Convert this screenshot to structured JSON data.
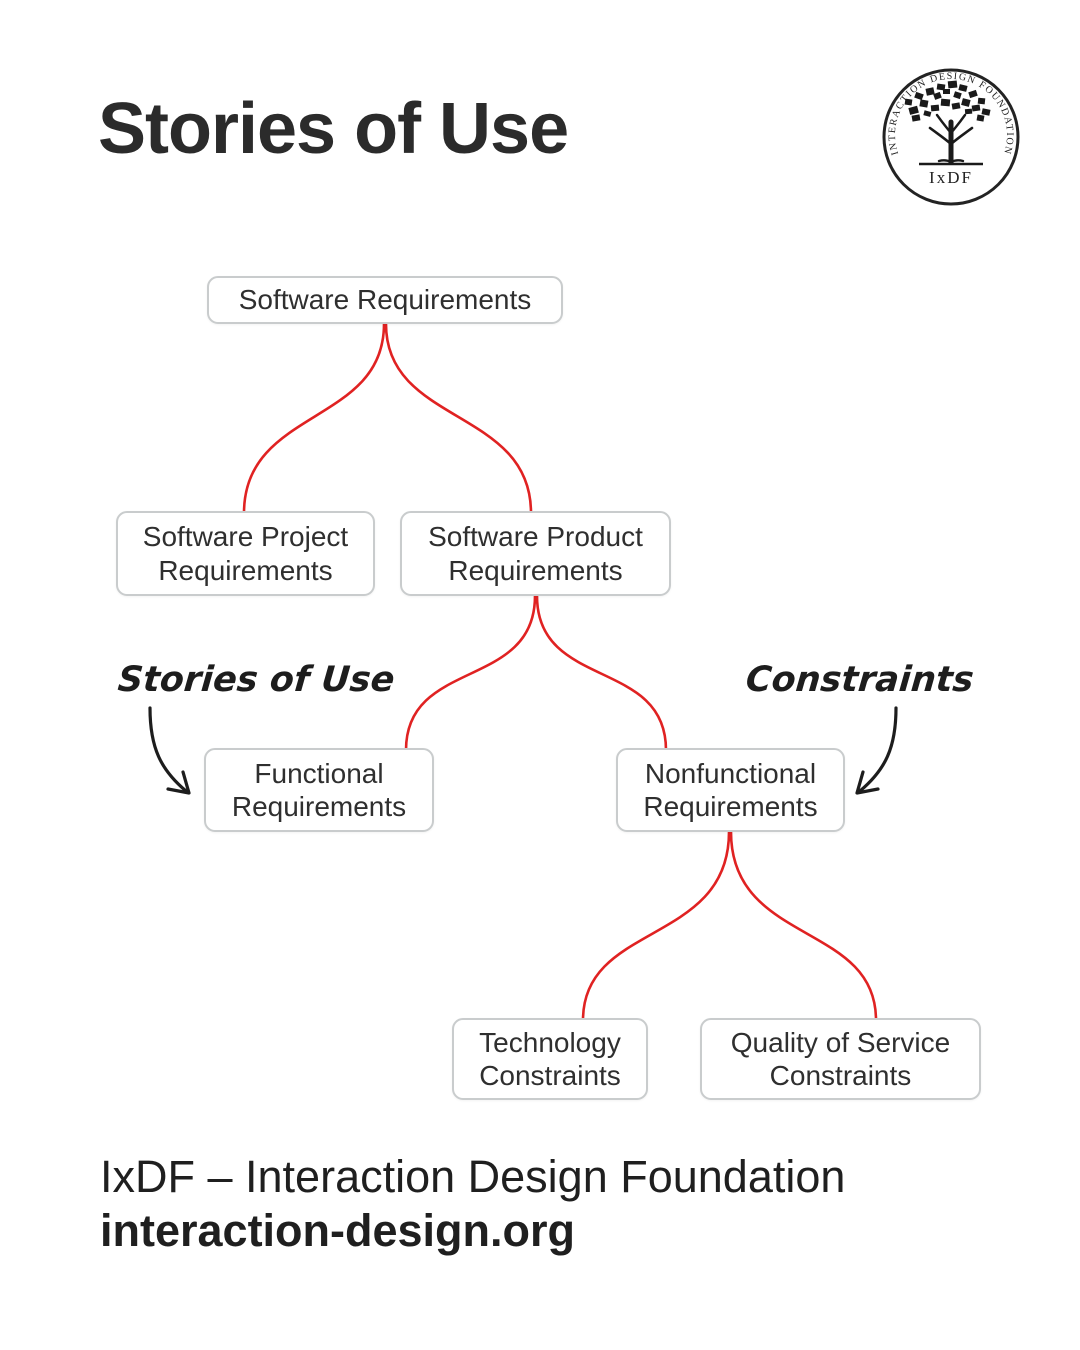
{
  "page": {
    "title": "Stories of Use",
    "background_color": "#ffffff"
  },
  "logo": {
    "ring_text": "INTERACTION DESIGN FOUNDATION",
    "monogram": "IxDF"
  },
  "diagram": {
    "accent_color": "#e02222",
    "annotation_color": "#1d1d1d",
    "box_border_color": "#c9cccd",
    "nodes": [
      {
        "id": "software-requirements",
        "label": "Software Requirements"
      },
      {
        "id": "software-project-requirements",
        "label": "Software Project\nRequirements"
      },
      {
        "id": "software-product-requirements",
        "label": "Software Product\nRequirements"
      },
      {
        "id": "functional-requirements",
        "label": "Functional\nRequirements"
      },
      {
        "id": "nonfunctional-requirements",
        "label": "Nonfunctional\nRequirements"
      },
      {
        "id": "technology-constraints",
        "label": "Technology\nConstraints"
      },
      {
        "id": "quality-of-service-constraints",
        "label": "Quality of Service\nConstraints"
      }
    ],
    "edges": [
      {
        "from": "software-requirements",
        "to": "software-project-requirements"
      },
      {
        "from": "software-requirements",
        "to": "software-product-requirements"
      },
      {
        "from": "software-product-requirements",
        "to": "functional-requirements"
      },
      {
        "from": "software-product-requirements",
        "to": "nonfunctional-requirements"
      },
      {
        "from": "nonfunctional-requirements",
        "to": "technology-constraints"
      },
      {
        "from": "nonfunctional-requirements",
        "to": "quality-of-service-constraints"
      }
    ],
    "annotations": [
      {
        "id": "stories-of-use",
        "text": "Stories of Use",
        "points_to": "functional-requirements"
      },
      {
        "id": "constraints",
        "text": "Constraints",
        "points_to": "nonfunctional-requirements"
      }
    ]
  },
  "footer": {
    "line1": "IxDF – Interaction Design Foundation",
    "line2": "interaction-design.org"
  }
}
